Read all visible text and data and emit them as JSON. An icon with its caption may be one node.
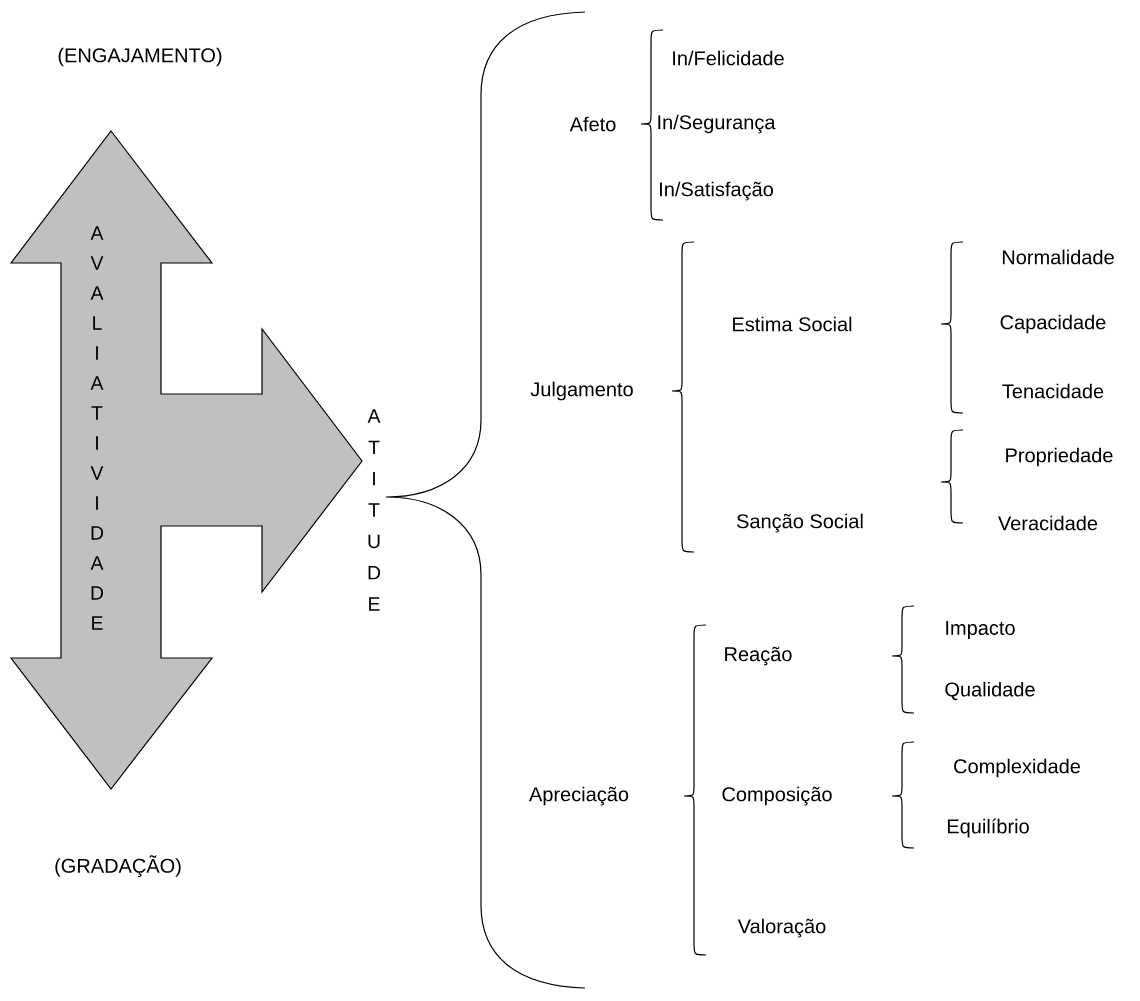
{
  "diagram": {
    "nodes": [
      {
        "text": [
          "A V A L I A T I V I D A D E"
        ],
        "beside": [
          "A T I T U D E"
        ]
      }
    ],
    "labels": [
      "(ENGAJAMENTO)",
      "(GRADAÇÃO)",
      "Afeto",
      "In/Felicidade",
      "In/Segurança",
      "In/Satisfação",
      "Julgamento",
      "Estima Social",
      "Normalidade",
      "Capacidade",
      "Tenacidade",
      "Propriedade",
      "Sanção Social",
      "Veracidade",
      "Reação",
      "Impacto",
      "Qualidade",
      "Apreciação",
      "Composição",
      "Complexidade",
      "Equilíbrio",
      "Valoração"
    ]
  }
}
